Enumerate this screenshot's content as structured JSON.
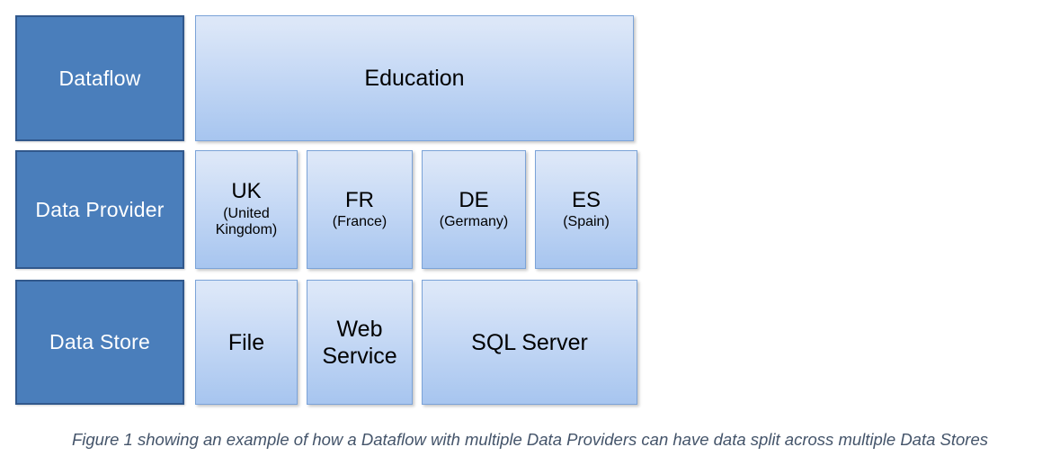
{
  "figure": {
    "caption": "Figure 1 showing an example of how a Dataflow with multiple Data Providers can have data split across multiple Data Stores",
    "colors": {
      "label_fill": "#4A7EBB",
      "label_border": "#31588C",
      "label_text": "#FFFFFF",
      "box_gradient_top": "#DCE7F8",
      "box_gradient_bottom": "#A7C5EF",
      "box_border": "#7BA3D8",
      "box_text": "#000000",
      "caption_text": "#44546A",
      "background": "#FFFFFF"
    }
  },
  "rows": [
    {
      "label": "Dataflow",
      "items": [
        {
          "name": "Education"
        }
      ]
    },
    {
      "label": "Data Provider",
      "items": [
        {
          "code": "UK",
          "full": "(United Kingdom)"
        },
        {
          "code": "FR",
          "full": "(France)"
        },
        {
          "code": "DE",
          "full": "(Germany)"
        },
        {
          "code": "ES",
          "full": "(Spain)"
        }
      ]
    },
    {
      "label": "Data Store",
      "items": [
        {
          "name": "File"
        },
        {
          "name": "Web Service"
        },
        {
          "name": "SQL Server"
        }
      ]
    }
  ]
}
